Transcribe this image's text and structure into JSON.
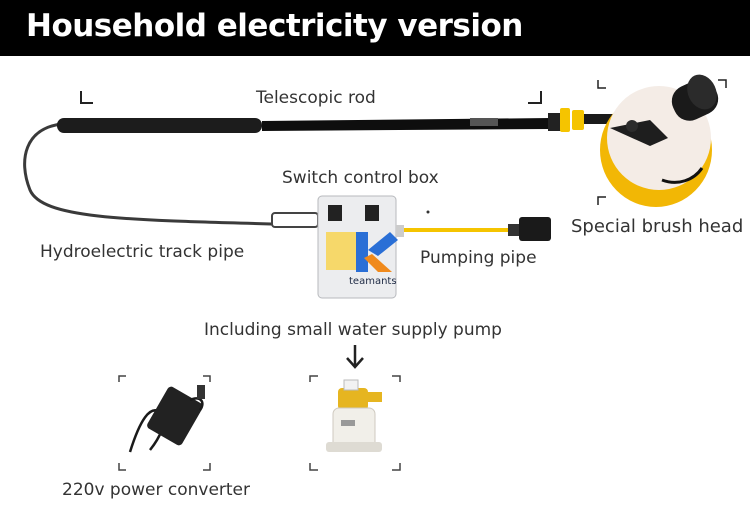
{
  "title": "Household electricity version",
  "labels": {
    "telescopic_rod": "Telescopic rod",
    "switch_control_box": "Switch control box",
    "special_brush_head": "Special brush head",
    "hydroelectric_track_pipe": "Hydroelectric track pipe",
    "pumping_pipe": "Pumping pipe",
    "water_pump_note": "Including small water supply pump",
    "power_converter": "220v power converter"
  },
  "logo_text": "teamants",
  "colors": {
    "title_bg": "#000000",
    "title_text": "#ffffff",
    "brush_yellow": "#f2b705",
    "pipe_yellow": "#f5c400",
    "logo_blue": "#2a6fd6",
    "logo_orange": "#f08a1c"
  }
}
